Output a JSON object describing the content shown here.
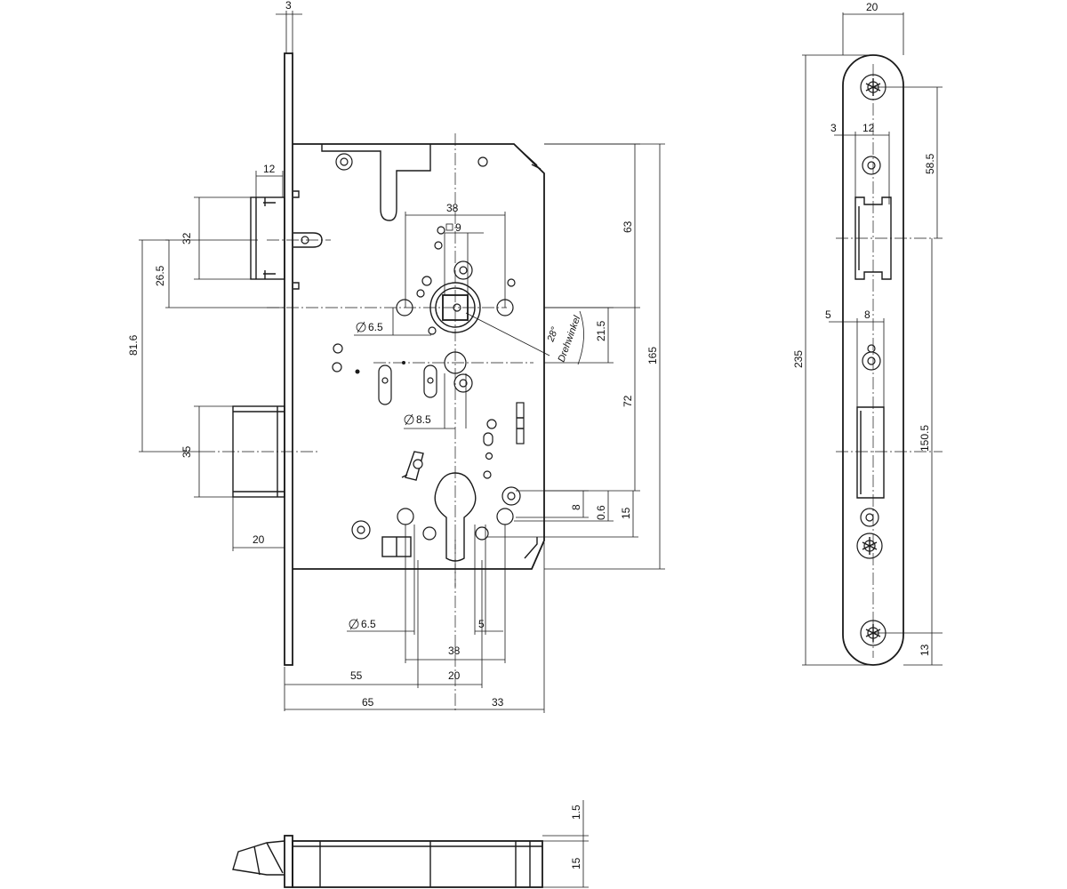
{
  "dims": {
    "faceplate_thickness": "3",
    "bolt_width": "12",
    "bolt_height": "32",
    "bolt_offset": "26.5",
    "latch_to_bolt": "81.6",
    "latch_height": "35",
    "latch_projection": "20",
    "spindle_spacing_top": "38",
    "spindle_square": "9",
    "hole_dia_top": "6.5",
    "bolt_hole_dia": "8.5",
    "rotation_angle": "28°",
    "rotation_label": "Drehwinkel",
    "spindle_offset": "21.5",
    "top_to_spindle": "63",
    "spindle_to_cylinder": "72",
    "case_height": "165",
    "cyl_dim_8": "8",
    "cyl_dim_06": "0.6",
    "cyl_dim_15": "15",
    "hole_dia_bottom": "6.5",
    "cyl_width_5": "5",
    "spindle_spacing_bottom": "38",
    "backset": "55",
    "cyl_width_20": "20",
    "case_depth": "65",
    "case_rear": "33",
    "plate_width": "20",
    "plate_margin_3": "3",
    "plate_slot_12": "12",
    "plate_top_58_5": "58.5",
    "plate_length": "235",
    "plate_margin_5": "5",
    "plate_slot_8": "8",
    "plate_mid_150_5": "150.5",
    "plate_bottom_13": "13",
    "side_thickness_1_5": "1.5",
    "side_width_15": "15"
  }
}
